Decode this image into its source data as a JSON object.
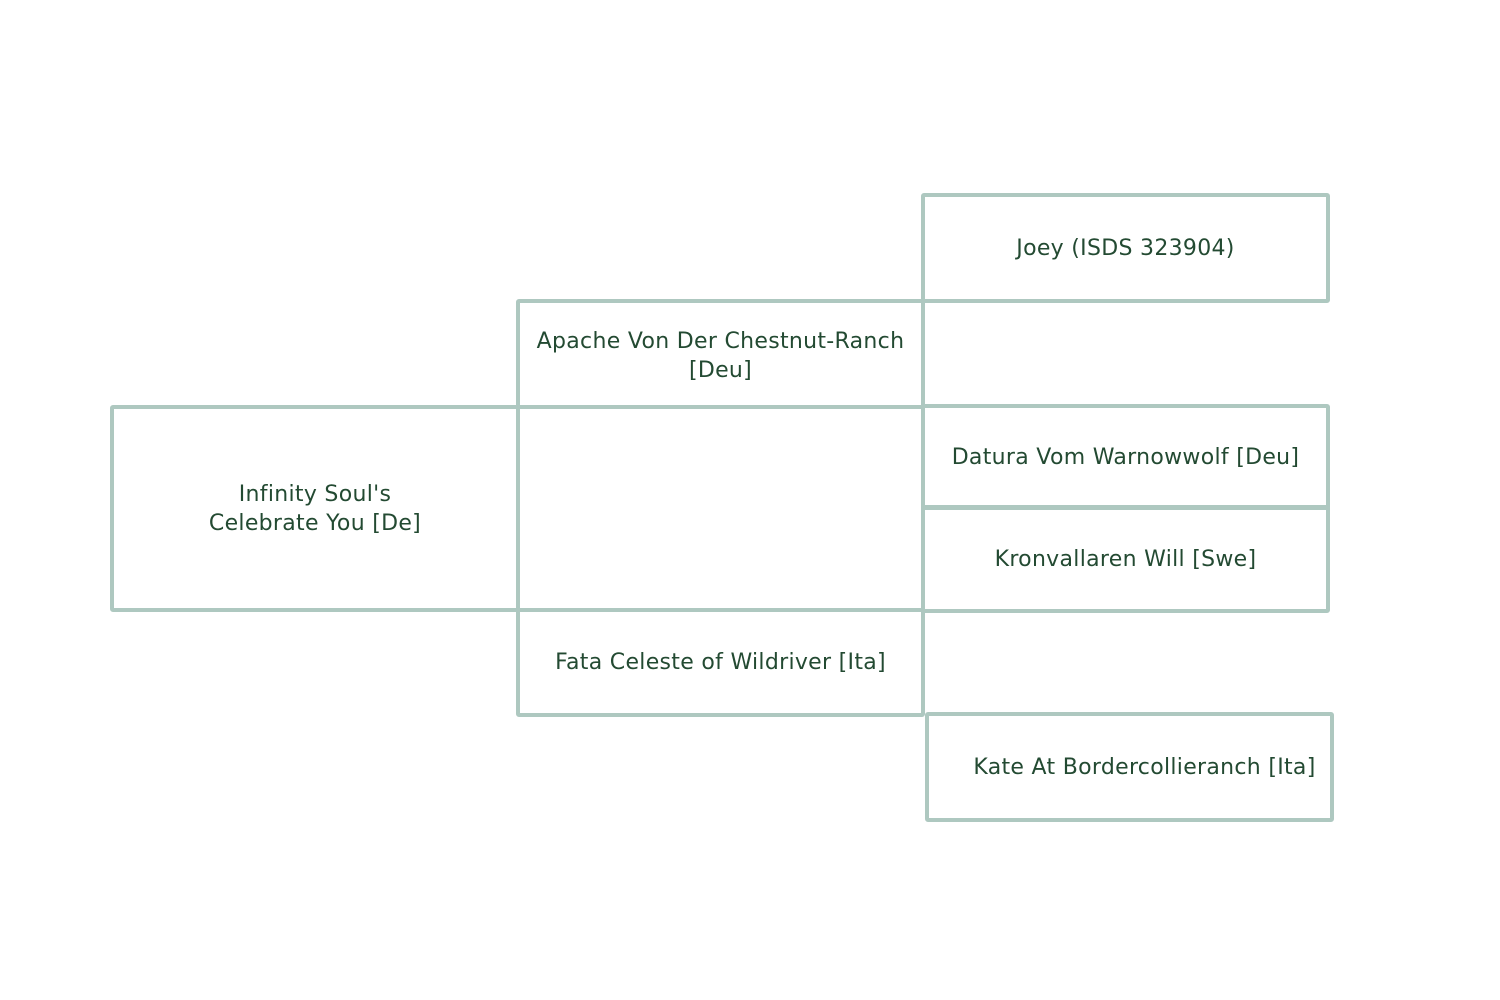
{
  "pedigree": {
    "subject": {
      "name": "Infinity Soul's Celebrate You [De]"
    },
    "sire": {
      "name": "Apache Von Der Chestnut-Ranch [Deu]"
    },
    "dam": {
      "name": "Fata Celeste of Wildriver [Ita]"
    },
    "sire_sire": {
      "name": "Joey (ISDS 323904)"
    },
    "sire_dam": {
      "name": "Datura Vom Warnowwolf [Deu]"
    },
    "dam_sire": {
      "name": "Kronvallaren Will [Swe]"
    },
    "dam_dam": {
      "name": "Kate At Bordercollieranch [Ita]"
    }
  },
  "colors": {
    "box_border": "#aec8c0",
    "text": "#234a32",
    "background": "#ffffff"
  }
}
